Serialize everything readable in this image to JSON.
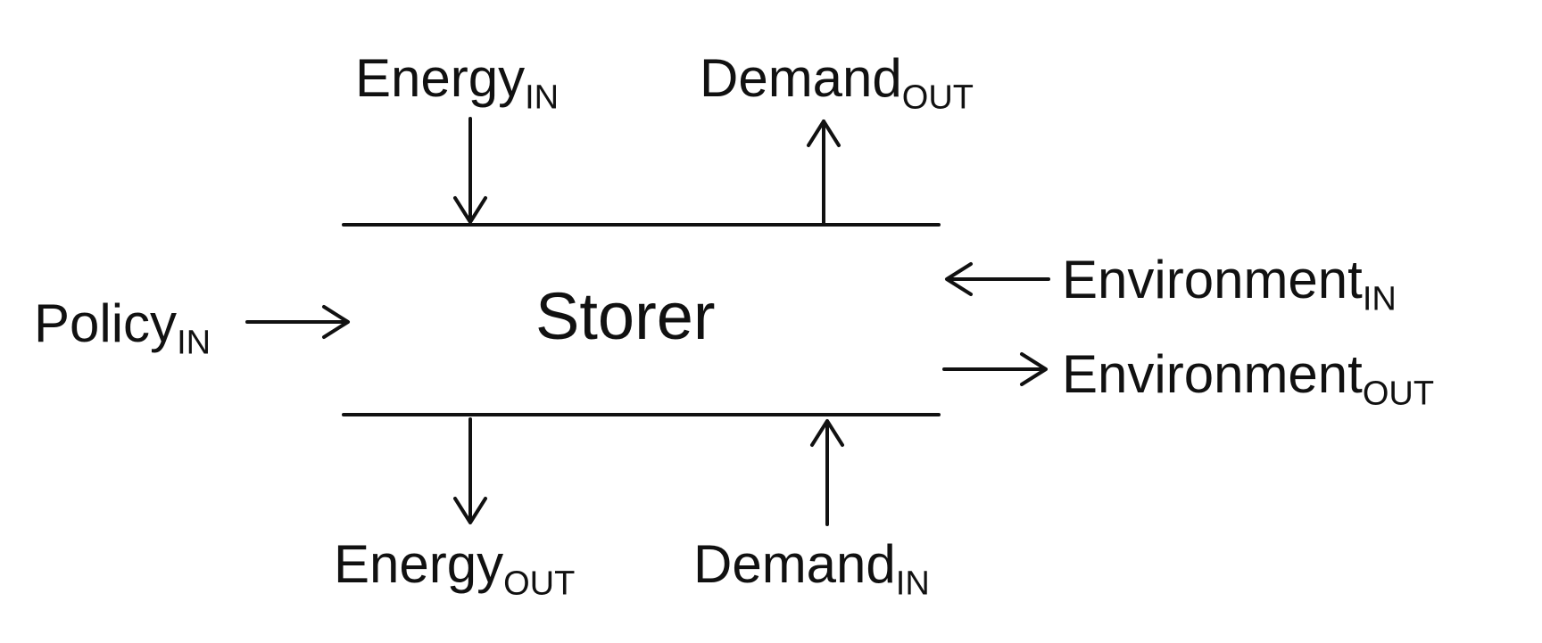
{
  "diagram": {
    "center_label": "Storer",
    "labels": {
      "energy_in": {
        "base": "Energy",
        "sub": "IN"
      },
      "demand_out": {
        "base": "Demand",
        "sub": "OUT"
      },
      "policy_in": {
        "base": "Policy",
        "sub": "IN"
      },
      "environment_in": {
        "base": "Environment",
        "sub": "IN"
      },
      "environment_out": {
        "base": "Environment",
        "sub": "OUT"
      },
      "energy_out": {
        "base": "Energy",
        "sub": "OUT"
      },
      "demand_in": {
        "base": "Demand",
        "sub": "IN"
      }
    }
  }
}
